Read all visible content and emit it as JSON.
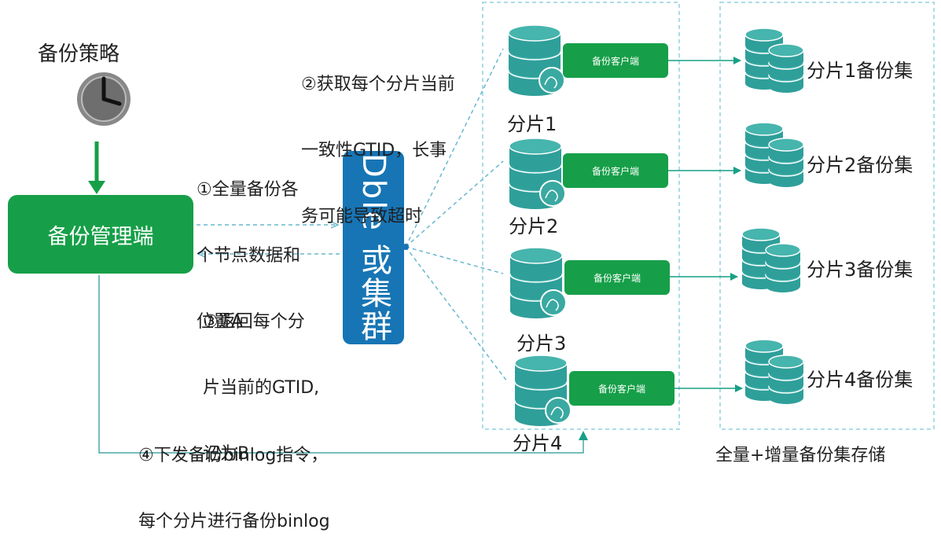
{
  "policy": {
    "title": "备份策略",
    "icon": "clock-icon"
  },
  "management": {
    "label": "备份管理端"
  },
  "dble": {
    "label": "Dble 或集群"
  },
  "steps": {
    "step1": [
      "①全量备份各",
      "个节点数据和",
      "位置A"
    ],
    "step2": [
      "②获取每个分片当前",
      "一致性GTID，长事",
      "务可能导致超时"
    ],
    "step3": [
      "③返回每个分",
      "片当前的GTID,",
      "记为B"
    ],
    "step4": [
      "④下发备份binlog指令，",
      "每个分片进行备份binlog"
    ]
  },
  "shards": [
    {
      "label": "分片1",
      "client": "备份客户端",
      "backup_set": "分片1备份集"
    },
    {
      "label": "分片2",
      "client": "备份客户端",
      "backup_set": "分片2备份集"
    },
    {
      "label": "分片3",
      "client": "备份客户端",
      "backup_set": "分片3备份集"
    },
    {
      "label": "分片4",
      "client": "备份客户端",
      "backup_set": "分片4备份集"
    }
  ],
  "storage": {
    "label": "全量+增量备份集存储"
  },
  "colors": {
    "green": "#169f48",
    "blue": "#1775b5",
    "teal": "#4aa7a7",
    "dash": "#7fc2d6"
  }
}
